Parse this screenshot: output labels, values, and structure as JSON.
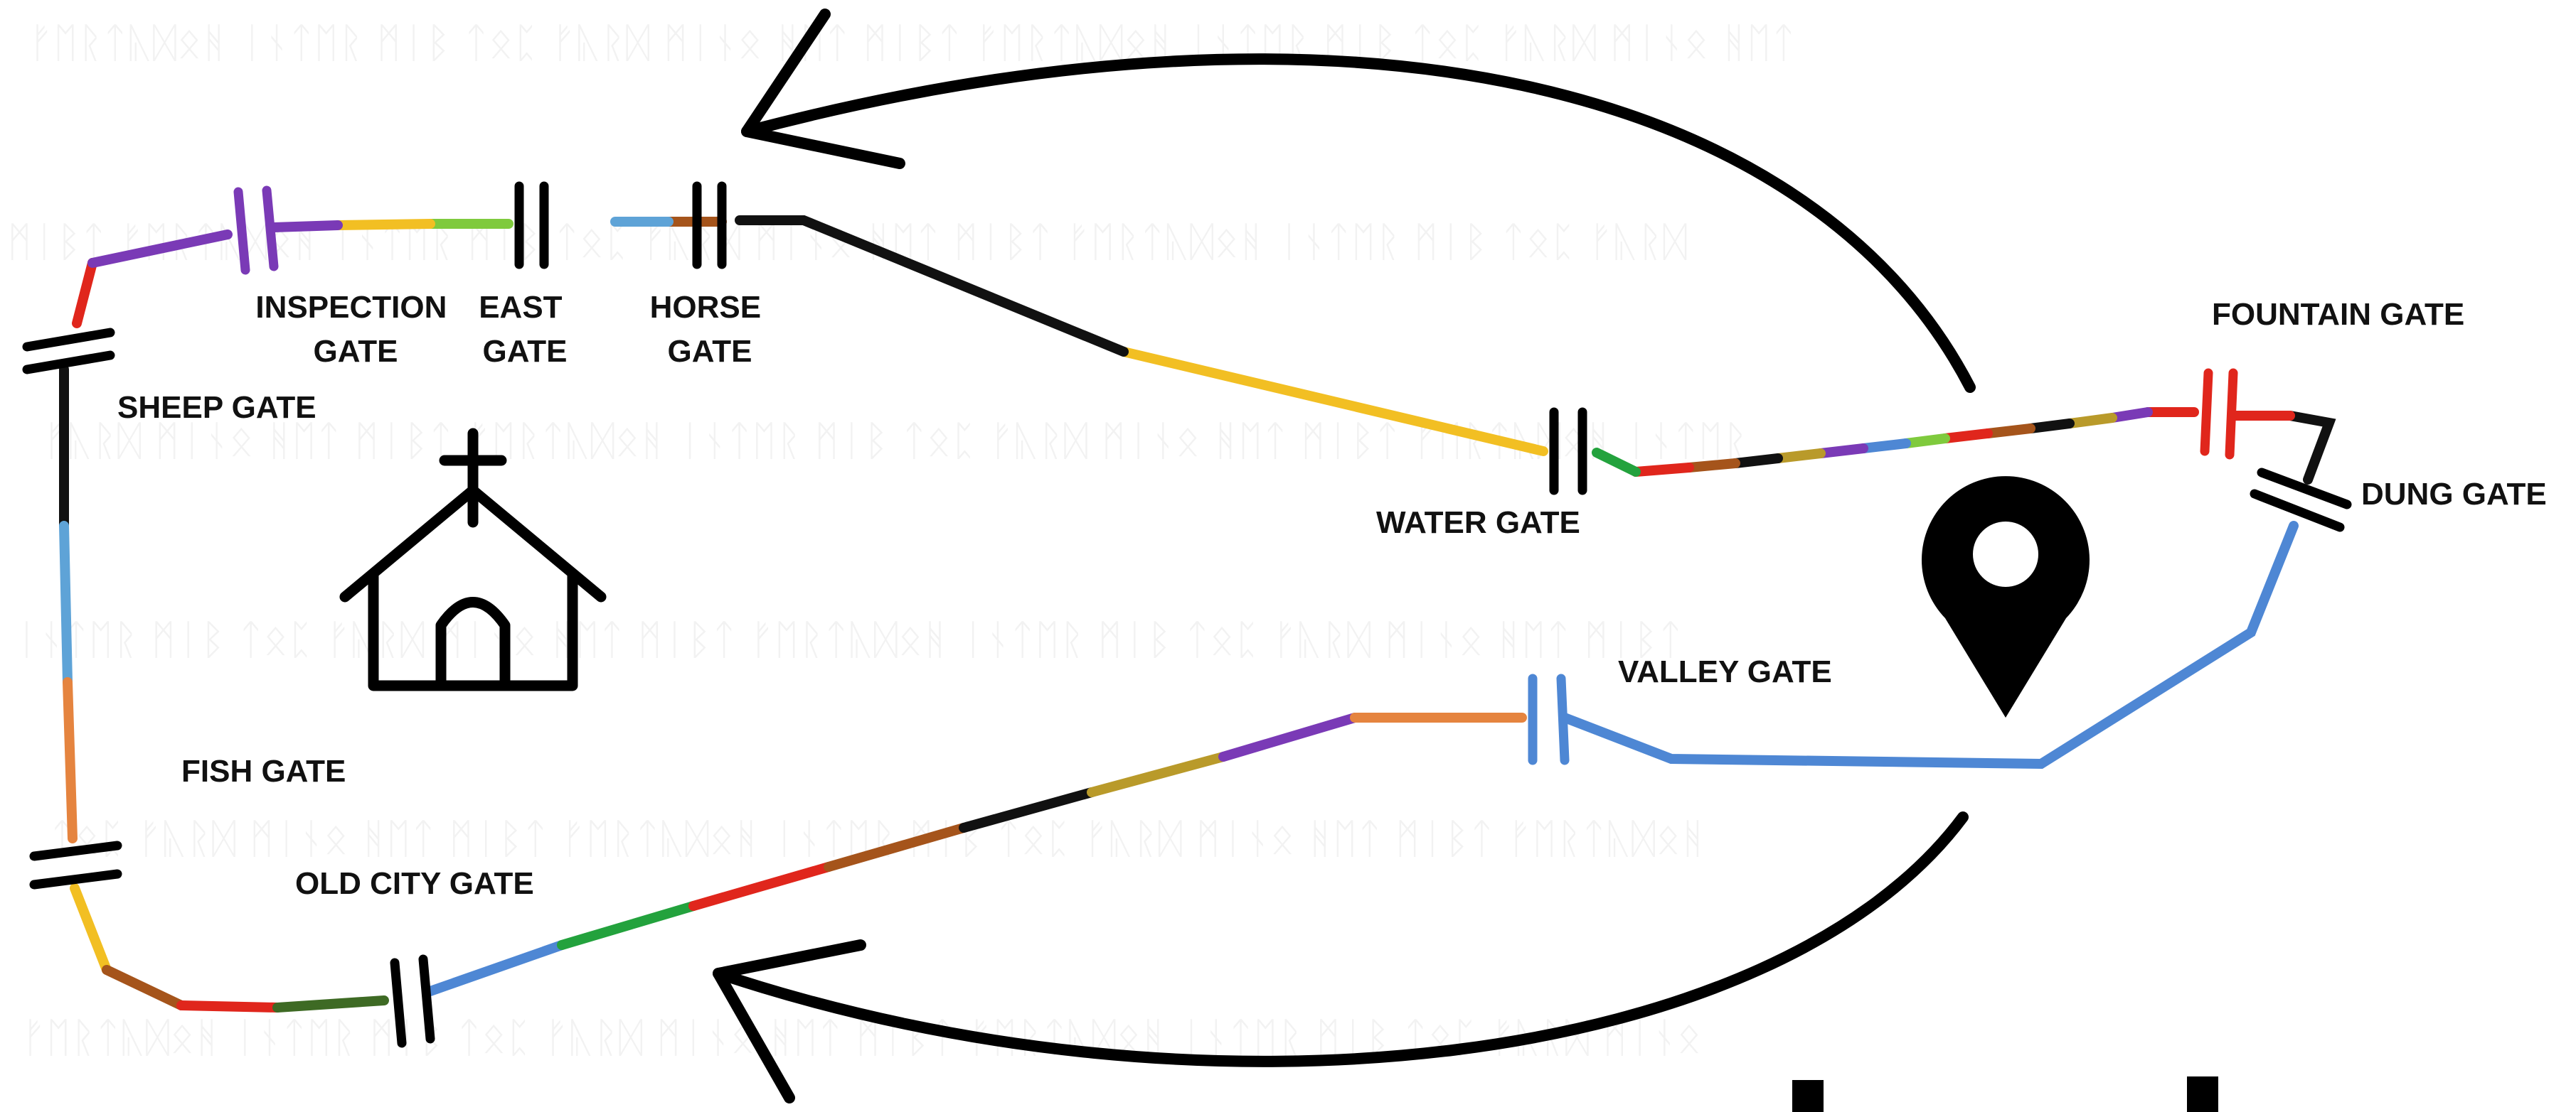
{
  "diagram": {
    "gates": [
      {
        "id": "sheep",
        "label_lines": [
          "SHEEP GATE"
        ]
      },
      {
        "id": "inspection",
        "label_lines": [
          "INSPECTION",
          "GATE"
        ]
      },
      {
        "id": "east",
        "label_lines": [
          "EAST",
          "GATE"
        ]
      },
      {
        "id": "horse",
        "label_lines": [
          "HORSE",
          "GATE"
        ]
      },
      {
        "id": "water",
        "label_lines": [
          "WATER GATE"
        ]
      },
      {
        "id": "fountain",
        "label_lines": [
          "FOUNTAIN GATE"
        ]
      },
      {
        "id": "dung",
        "label_lines": [
          "DUNG GATE"
        ]
      },
      {
        "id": "valley",
        "label_lines": [
          "VALLEY GATE"
        ]
      },
      {
        "id": "fish",
        "label_lines": [
          "FISH GATE"
        ]
      },
      {
        "id": "old_city",
        "label_lines": [
          "OLD CITY GATE"
        ]
      }
    ],
    "icons": {
      "temple": "church-icon",
      "location": "map-pin-icon"
    },
    "colors": {
      "black": "#111111",
      "yellow": "#f2bf23",
      "green": "#7fca3d",
      "dark_green": "#23a23d",
      "blue": "#4e87d4",
      "light_blue": "#5ea3d7",
      "orange": "#e5843f",
      "brown": "#a5541b",
      "red": "#e0261c",
      "purple": "#7a3ab6",
      "olive": "#b99a2a",
      "dark_olive": "#3e6a24"
    }
  }
}
